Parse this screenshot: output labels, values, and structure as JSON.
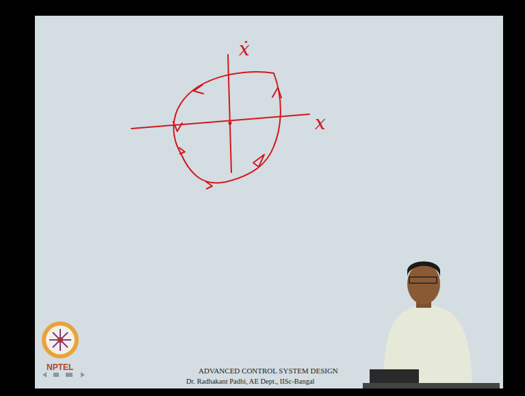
{
  "diagram": {
    "labels": [
      "ẋ",
      "x",
      "ADVANCED CONTROL SYSTEM DESIGN",
      "Dr. Radhakant Padhi, AE Dept., IISc-Bangal",
      "NPTEL"
    ]
  }
}
